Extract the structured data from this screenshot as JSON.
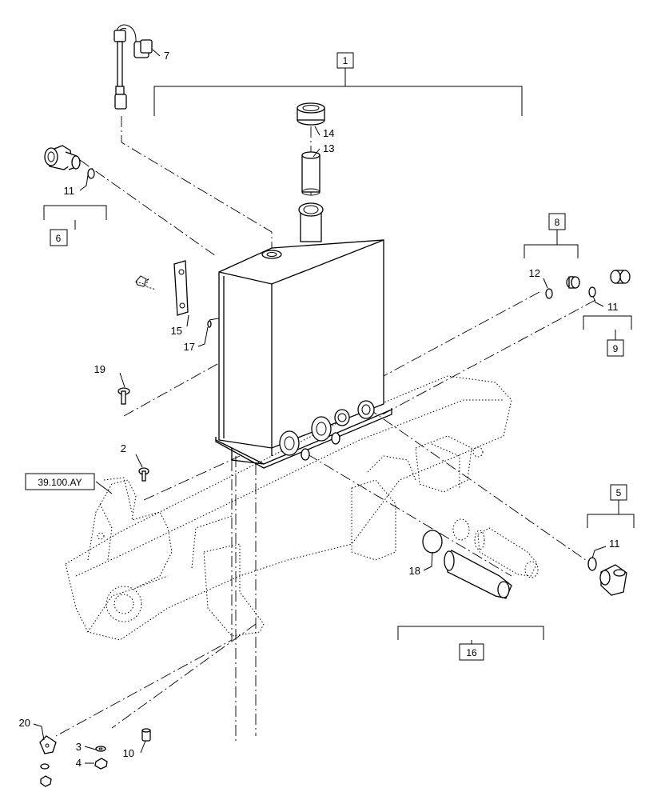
{
  "callouts": [
    {
      "id": "c1",
      "label": "1",
      "boxed": true
    },
    {
      "id": "c2",
      "label": "2",
      "boxed": false
    },
    {
      "id": "c3",
      "label": "3",
      "boxed": false
    },
    {
      "id": "c4",
      "label": "4",
      "boxed": false
    },
    {
      "id": "c5",
      "label": "5",
      "boxed": true
    },
    {
      "id": "c6",
      "label": "6",
      "boxed": true
    },
    {
      "id": "c7",
      "label": "7",
      "boxed": false
    },
    {
      "id": "c8",
      "label": "8",
      "boxed": true
    },
    {
      "id": "c9",
      "label": "9",
      "boxed": true
    },
    {
      "id": "c10",
      "label": "10",
      "boxed": false
    },
    {
      "id": "c11a",
      "label": "11",
      "boxed": false
    },
    {
      "id": "c11b",
      "label": "11",
      "boxed": false
    },
    {
      "id": "c11c",
      "label": "11",
      "boxed": false
    },
    {
      "id": "c12",
      "label": "12",
      "boxed": false
    },
    {
      "id": "c13",
      "label": "13",
      "boxed": false
    },
    {
      "id": "c14",
      "label": "14",
      "boxed": false
    },
    {
      "id": "c15",
      "label": "15",
      "boxed": false
    },
    {
      "id": "c16",
      "label": "16",
      "boxed": true
    },
    {
      "id": "c17",
      "label": "17",
      "boxed": false
    },
    {
      "id": "c18",
      "label": "18",
      "boxed": false
    },
    {
      "id": "c19",
      "label": "19",
      "boxed": false
    },
    {
      "id": "c20",
      "label": "20",
      "boxed": false
    }
  ],
  "reference": {
    "label": "39.100.AY"
  }
}
